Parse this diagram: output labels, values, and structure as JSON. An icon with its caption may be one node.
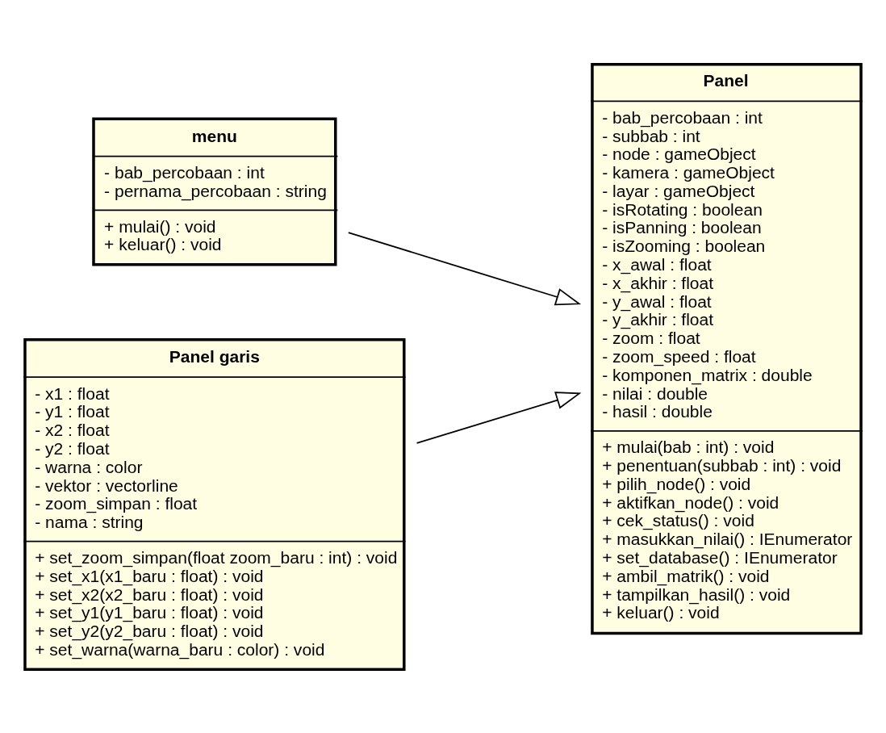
{
  "diagram": {
    "nodes": [
      {
        "text": [
          "menu",
          "- bab_percobaan : int",
          "- pernama_percobaan : string",
          "+ mulai() : void",
          "+ keluar() : void"
        ]
      },
      {
        "text": [
          "Panel",
          "- bab_percobaan : int",
          "- subbab : int",
          "- node : gameObject",
          "- kamera : gameObject",
          "- layar : gameObject",
          "- isRotating : boolean",
          "- isPanning : boolean",
          "- isZooming : boolean",
          "- x_awal : float",
          "- x_akhir : float",
          "- y_awal : float",
          "- y_akhir : float",
          "- zoom : float",
          "- zoom_speed : float",
          "- komponen_matrix : double",
          "- nilai : double",
          "- hasil : double",
          "+ mulai(bab : int) : void",
          "+ penentuan(subbab : int) : void",
          "+ pilih_node() : void",
          "+ aktifkan_node() : void",
          "+ cek_status() : void",
          "+ masukkan_nilai() : IEnumerator",
          "+ set_database() : IEnumerator",
          "+ ambil_matrik() : void",
          "+ tampilkan_hasil() : void",
          "+ keluar() : void"
        ]
      },
      {
        "text": [
          "Panel garis",
          "- x1 : float",
          "- y1 : float",
          "- x2 : float",
          "- y2 : float",
          "- warna : color",
          "- vektor : vectorline",
          "- zoom_simpan : float",
          "- nama : string",
          "+ set_zoom_simpan(float zoom_baru : int) : void",
          "+ set_x1(x1_baru : float) : void",
          "+ set_x2(x2_baru : float) : void",
          "+ set_y1(y1_baru : float) : void",
          "+ set_y2(y2_baru : float) : void",
          "+ set_warna(warna_baru : color) : void"
        ]
      }
    ],
    "edges": [
      {
        "from": 0,
        "to": 1,
        "arrow": "to"
      },
      {
        "from": 2,
        "to": 1,
        "arrow": "to"
      }
    ]
  }
}
